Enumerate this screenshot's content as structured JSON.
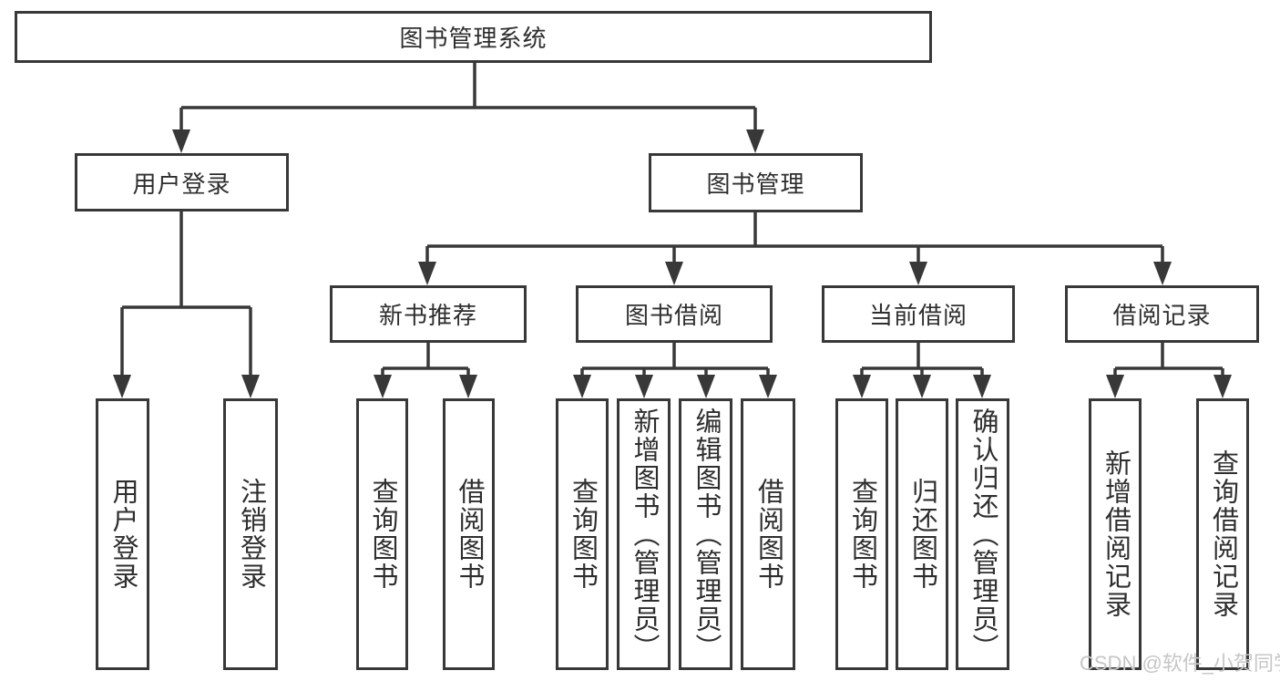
{
  "root": {
    "label": "图书管理系统"
  },
  "login": {
    "label": "用户登录",
    "leaves": [
      "用户登录",
      "注销登录"
    ]
  },
  "management": {
    "label": "图书管理"
  },
  "sections": [
    {
      "label": "新书推荐",
      "leaves": [
        "查询图书",
        "借阅图书"
      ]
    },
    {
      "label": "图书借阅",
      "leaves": [
        "查询图书",
        "新增图书（管理员）",
        "编辑图书（管理员）",
        "借阅图书"
      ]
    },
    {
      "label": "当前借阅",
      "leaves": [
        "查询图书",
        "归还图书",
        "确认归还（管理员）"
      ]
    },
    {
      "label": "借阅记录",
      "leaves": [
        "新增借阅记录",
        "查询借阅记录"
      ]
    }
  ],
  "watermark": "CSDN @软件_小贺同学",
  "colors": {
    "line": "#383838",
    "text": "#2e2e2e",
    "watermark": "#c6c6c6",
    "background": "#ffffff"
  }
}
